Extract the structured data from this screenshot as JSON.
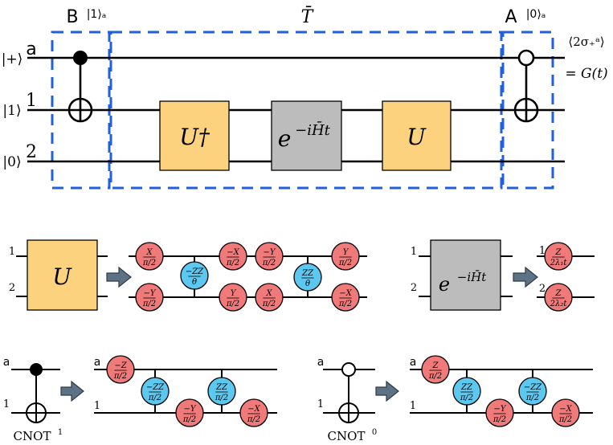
{
  "top": {
    "label_B": "B",
    "label_B_state": "|1⟩ₐ",
    "label_T": "T̄",
    "label_A": "A",
    "label_A_state": "|0⟩ₐ",
    "wire_states": [
      "|+⟩",
      "|1⟩",
      "|0⟩"
    ],
    "wire_labels": [
      "a",
      "1",
      "2"
    ],
    "gate_Udag": "U†",
    "gate_evo": "e",
    "gate_evo_exp": "−iH̄t",
    "gate_U": "U",
    "output_line1": "⟨2σ₊ᵃ⟩",
    "output_line2": "= G(t)"
  },
  "mid_left": {
    "wire_labels": [
      "1",
      "2"
    ],
    "gate": "U",
    "gates": [
      {
        "top": "X",
        "bot": "π/2"
      },
      {
        "top": "−Y",
        "bot": "π/2"
      },
      {
        "top": "−ZZ",
        "bot": "θ"
      },
      {
        "top": "−X",
        "bot": "π/2"
      },
      {
        "top": "Y",
        "bot": "π/2"
      },
      {
        "top": "−Y",
        "bot": "π/2"
      },
      {
        "top": "X",
        "bot": "π/2"
      },
      {
        "top": "ZZ",
        "bot": "θ"
      },
      {
        "top": "Y",
        "bot": "π/2"
      },
      {
        "top": "−X",
        "bot": "π/2"
      }
    ]
  },
  "mid_right": {
    "wire_labels": [
      "1",
      "2"
    ],
    "gate": "e",
    "gate_exp": "−iH̄t",
    "gates": [
      {
        "top": "Z",
        "bot": "2λ₁t"
      },
      {
        "top": "Z",
        "bot": "2λ₂t"
      }
    ]
  },
  "bottom_left": {
    "wire_labels": [
      "a",
      "1"
    ],
    "caption": "CNOT",
    "caption_sup": "1",
    "gates": [
      {
        "top": "−Z",
        "bot": "π/2"
      },
      {
        "top": "−ZZ",
        "bot": "π/2"
      },
      {
        "top": "−Y",
        "bot": "π/2"
      },
      {
        "top": "ZZ",
        "bot": "π/2"
      },
      {
        "top": "−X",
        "bot": "π/2"
      }
    ]
  },
  "bottom_right": {
    "wire_labels": [
      "a",
      "1"
    ],
    "caption": "CNOT",
    "caption_sup": "0",
    "gates": [
      {
        "top": "Z",
        "bot": "π/2"
      },
      {
        "top": "ZZ",
        "bot": "π/2"
      },
      {
        "top": "−Y",
        "bot": "π/2"
      },
      {
        "top": "−ZZ",
        "bot": "π/2"
      },
      {
        "top": "−X",
        "bot": "π/2"
      }
    ]
  },
  "colors": {
    "single_qubit_gate": "#f07a7a",
    "two_qubit_gate": "#5cc8ef",
    "unitary_box": "#fdd27e",
    "evolution_box": "#bcbcbc",
    "dashed_box": "#1f5fe0",
    "arrow": "#5d7284"
  }
}
